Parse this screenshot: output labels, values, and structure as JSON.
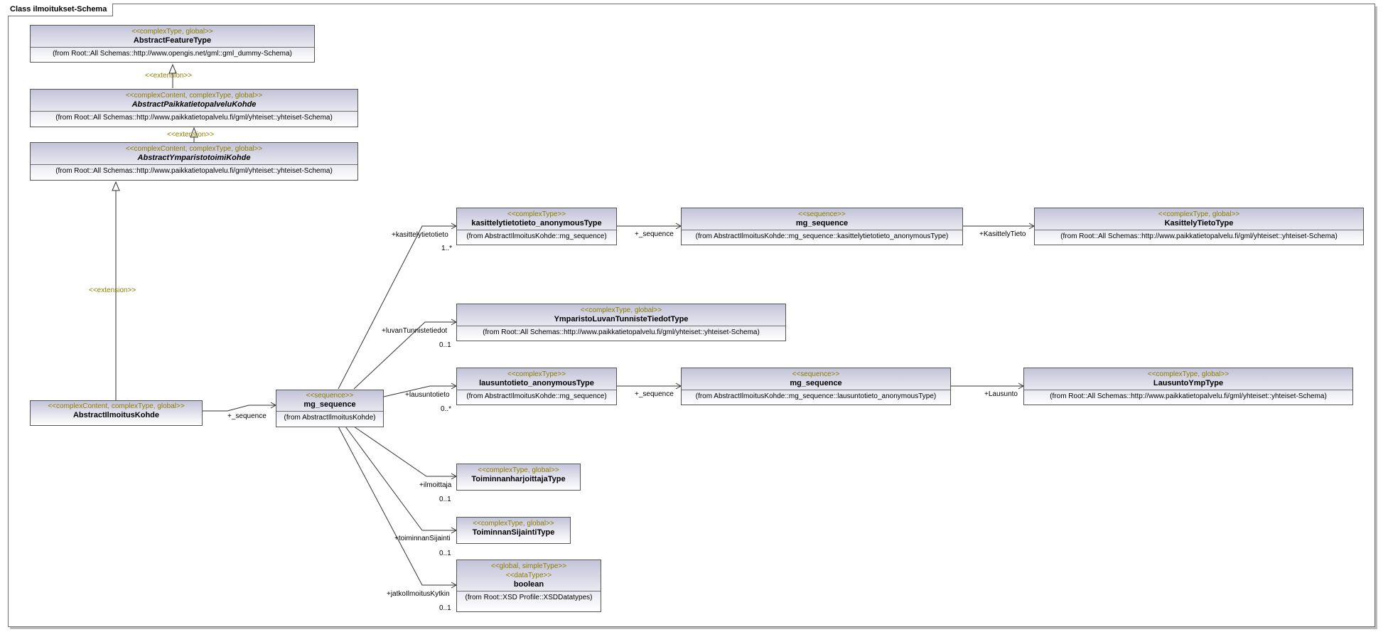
{
  "diagram": {
    "title": "Class ilmoitukset-Schema"
  },
  "classes": {
    "abstract_feature_type": {
      "stereotype": "<<complexType, global>>",
      "name": "AbstractFeatureType",
      "from": "(from Root::All Schemas::http://www.opengis.net/gml::gml_dummy-Schema)"
    },
    "abstract_paikkatietopalvelu_kohde": {
      "stereotype": "<<complexContent, complexType, global>>",
      "name": "AbstractPaikkatietopalveluKohde",
      "from": "(from Root::All Schemas::http://www.paikkatietopalvelu.fi/gml/yhteiset::yhteiset-Schema)"
    },
    "abstract_ymparistotoimi_kohde": {
      "stereotype": "<<complexContent, complexType, global>>",
      "name": "AbstractYmparistotoimiKohde",
      "from": "(from Root::All Schemas::http://www.paikkatietopalvelu.fi/gml/yhteiset::yhteiset-Schema)"
    },
    "abstract_ilmoitus_kohde": {
      "stereotype": "<<complexContent, complexType, global>>",
      "name": "AbstractIlmoitusKohde"
    },
    "mg_sequence_main": {
      "stereotype": "<<sequence>>",
      "name": "mg_sequence",
      "from": "(from AbstractIlmoitusKohde)"
    },
    "kasittelytietotieto_anonymous_type": {
      "stereotype": "<<complexType>>",
      "name": "kasittelytietotieto_anonymousType",
      "from": "(from AbstractIlmoitusKohde::mg_sequence)"
    },
    "mg_sequence_kasittely": {
      "stereotype": "<<sequence>>",
      "name": "mg_sequence",
      "from": "(from AbstractIlmoitusKohde::mg_sequence::kasittelytietotieto_anonymousType)"
    },
    "kasittely_tieto_type": {
      "stereotype": "<<complexType, global>>",
      "name": "KasittelyTietoType",
      "from": "(from Root::All Schemas::http://www.paikkatietopalvelu.fi/gml/yhteiset::yhteiset-Schema)"
    },
    "ymparisto_luvan_tunniste_tiedot_type": {
      "stereotype": "<<complexType, global>>",
      "name": "YmparistoLuvanTunnisteTiedotType",
      "from": "(from Root::All Schemas::http://www.paikkatietopalvelu.fi/gml/yhteiset::yhteiset-Schema)"
    },
    "lausuntotieto_anonymous_type": {
      "stereotype": "<<complexType>>",
      "name": "lausuntotieto_anonymousType",
      "from": "(from AbstractIlmoitusKohde::mg_sequence)"
    },
    "mg_sequence_lausunto": {
      "stereotype": "<<sequence>>",
      "name": "mg_sequence",
      "from": "(from AbstractIlmoitusKohde::mg_sequence::lausuntotieto_anonymousType)"
    },
    "lausunto_ymp_type": {
      "stereotype": "<<complexType, global>>",
      "name": "LausuntoYmpType",
      "from": "(from Root::All Schemas::http://www.paikkatietopalvelu.fi/gml/yhteiset::yhteiset-Schema)"
    },
    "toiminnanharjoittaja_type": {
      "stereotype": "<<complexType, global>>",
      "name": "ToiminnanharjoittajaType"
    },
    "toiminnan_sijainti_type": {
      "stereotype": "<<complexType, global>>",
      "name": "ToiminnanSijaintiType"
    },
    "boolean_type": {
      "stereotype": "<<global, simpleType>>",
      "stereotype2": "<<dataType>>",
      "name": "boolean",
      "from": "(from Root::XSD Profile::XSDDatatypes)"
    }
  },
  "relations": {
    "ext1": "<<extension>>",
    "ext2": "<<extension>>",
    "ext3": "<<extension>>",
    "seq_main": "+_sequence",
    "kasittelytietotieto": {
      "role": "+kasittelytietotieto",
      "mult": "1..*"
    },
    "kasittely_seq": "+_sequence",
    "kasittely_tieto": "+KasittelyTieto",
    "luvan_tunnistetiedot": {
      "role": "+luvanTunnistetiedot",
      "mult": "0..1"
    },
    "lausuntotieto": {
      "role": "+lausuntotieto",
      "mult": "0..*"
    },
    "lausunto_seq": "+_sequence",
    "lausunto": "+Lausunto",
    "ilmoittaja": {
      "role": "+ilmoittaja",
      "mult": "0..1"
    },
    "toiminnan_sijainti": {
      "role": "+toiminnanSijainti",
      "mult": "0..1"
    },
    "jatkoilmoitus_kytkin": {
      "role": "+jatkoIlmoitusKytkin",
      "mult": "0..1"
    }
  }
}
